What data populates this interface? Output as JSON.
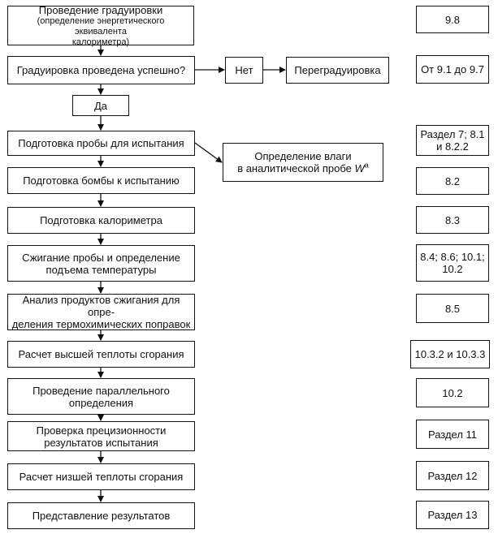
{
  "steps": {
    "s1_line1": "Проведение градуировки",
    "s1_line2": "(определение энергетического эквивалента",
    "s1_line3": "калориметра)",
    "s2": "Градуировка проведена успешно?",
    "no": "Нет",
    "regrad": "Перегрaдуировка",
    "yes": "Да",
    "s3": "Подготовка пробы для испытания",
    "moisture_line1": "Определение влаги",
    "moisture_line2": "в аналитической пробе",
    "moisture_symbol": "W",
    "moisture_sup": "a",
    "s4": "Подготовка бомбы к испытанию",
    "s5": "Подготовка калориметра",
    "s6_line1": "Сжигание пробы и определение",
    "s6_line2": "подъема температуры",
    "s7_line1": "Анализ продуктов сжигания для опре-",
    "s7_line2": "деления термохимических поправок",
    "s8": "Расчет высшей теплоты сгорания",
    "s9_line1": "Проведение параллельного",
    "s9_line2": "определения",
    "s10_line1": "Проверка прецизионности",
    "s10_line2": "результатов испытания",
    "s11": "Расчет низшей теплоты сгорания",
    "s12": "Представление результатов"
  },
  "refs": {
    "r1": "9.8",
    "r2": "От 9.1 до 9.7",
    "r3_line1": "Раздел 7; 8.1",
    "r3_line2": "и 8.2.2",
    "r4": "8.2",
    "r5": "8.3",
    "r6_line1": "8.4; 8.6; 10.1;",
    "r6_line2": "10.2",
    "r7": "8.5",
    "r8": "10.3.2 и 10.3.3",
    "r9": "10.2",
    "r10": "Раздел 11",
    "r11": "Раздел 12",
    "r12": "Раздел 13"
  }
}
